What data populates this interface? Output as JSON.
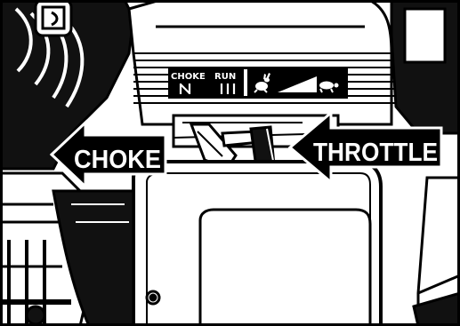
{
  "decal": {
    "choke_label": "CHOKE",
    "run_label": "RUN",
    "fast_icon": "rabbit-icon",
    "slow_icon": "turtle-icon"
  },
  "arrows": {
    "choke_label": "CHOKE",
    "throttle_label": "THROTTLE"
  },
  "colors": {
    "ink": "#000000",
    "paper": "#ffffff"
  }
}
